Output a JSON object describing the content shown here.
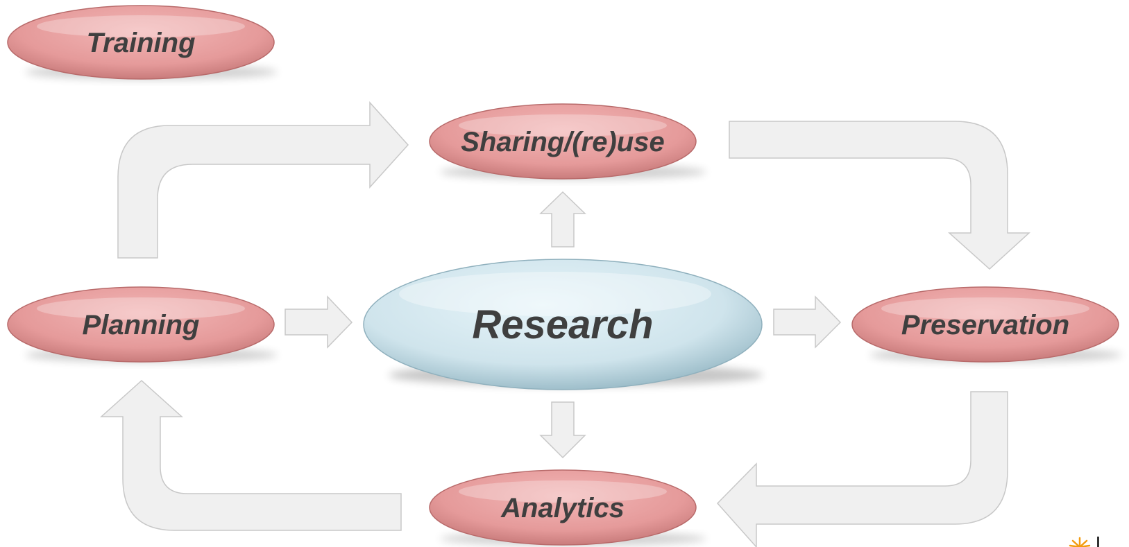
{
  "diagram": {
    "nodes": {
      "training": "Training",
      "sharing": "Sharing/(re)use",
      "planning": "Planning",
      "research": "Research",
      "preservation": "Preservation",
      "analytics": "Analytics"
    },
    "colors": {
      "node_fill": "#e8a0a0",
      "node_edge": "#b86a6a",
      "center_fill": "#d4e8f0",
      "center_edge": "#8fb0bd",
      "arrow_fill": "#f0f0f0",
      "arrow_stroke": "#c8c8c8",
      "text": "#3f3f3f",
      "logo_accent": "#f39c12"
    }
  }
}
